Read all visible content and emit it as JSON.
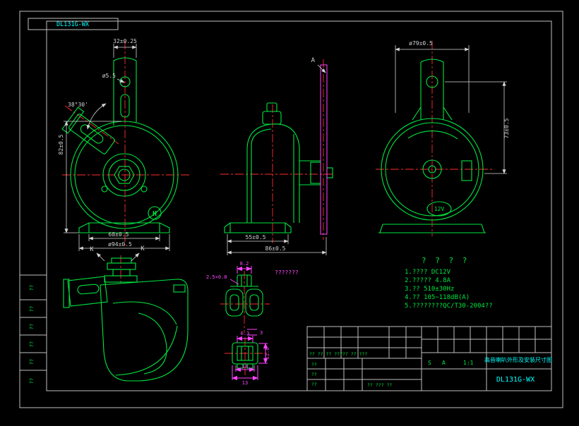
{
  "sheet": {
    "drawing_no_top": "DL131G-WX"
  },
  "front_view": {
    "dim_top": "32±0.25",
    "dim_hole": "ø5.5",
    "dim_angle": "38°30'",
    "dim_height": "82±0.5",
    "dim_base": "68±0.5",
    "dim_flange": "ø94±0.5",
    "logo": "H"
  },
  "side_view": {
    "view_label": "A",
    "dim_body": "55±0.5",
    "dim_overall": "86±0.5"
  },
  "rear_view": {
    "dim_width": "ø79±0.5",
    "dim_height": "73±0.5",
    "badge": "12V"
  },
  "section_view": {
    "k1": "K",
    "k2": "K"
  },
  "detail": {
    "caption": "???????",
    "dim_top": "8.2",
    "dim_blade": "2.5×0.8",
    "dim_gap": "3",
    "dim_conn_width": "6.3",
    "dim_conn_outer": "10",
    "dim_conn_total": "13",
    "dim_conn_height": "11.6"
  },
  "notes": {
    "title": "? ? ? ?",
    "lines": [
      "1.????  DC12V",
      "2.?????  4.8A",
      "3.??  510±30Hz",
      "4.??  105~118dB(A)",
      "5.????????QC/T30-2004??"
    ]
  },
  "title_block": {
    "title": "高音喇叭外形及安装尺寸图",
    "drawing_no": "DL131G-WX",
    "scale": "1:1",
    "stage_mark_1": "S",
    "stage_mark_2": "A",
    "revision_row": "?? ?? ?? ????? ?? ???",
    "design_label": "??",
    "check_label": "??",
    "process_label": "??",
    "bottom_labels": "?? ??? ??"
  },
  "margin_cells": [
    "??",
    "??",
    "??",
    "??",
    "??",
    "??"
  ]
}
